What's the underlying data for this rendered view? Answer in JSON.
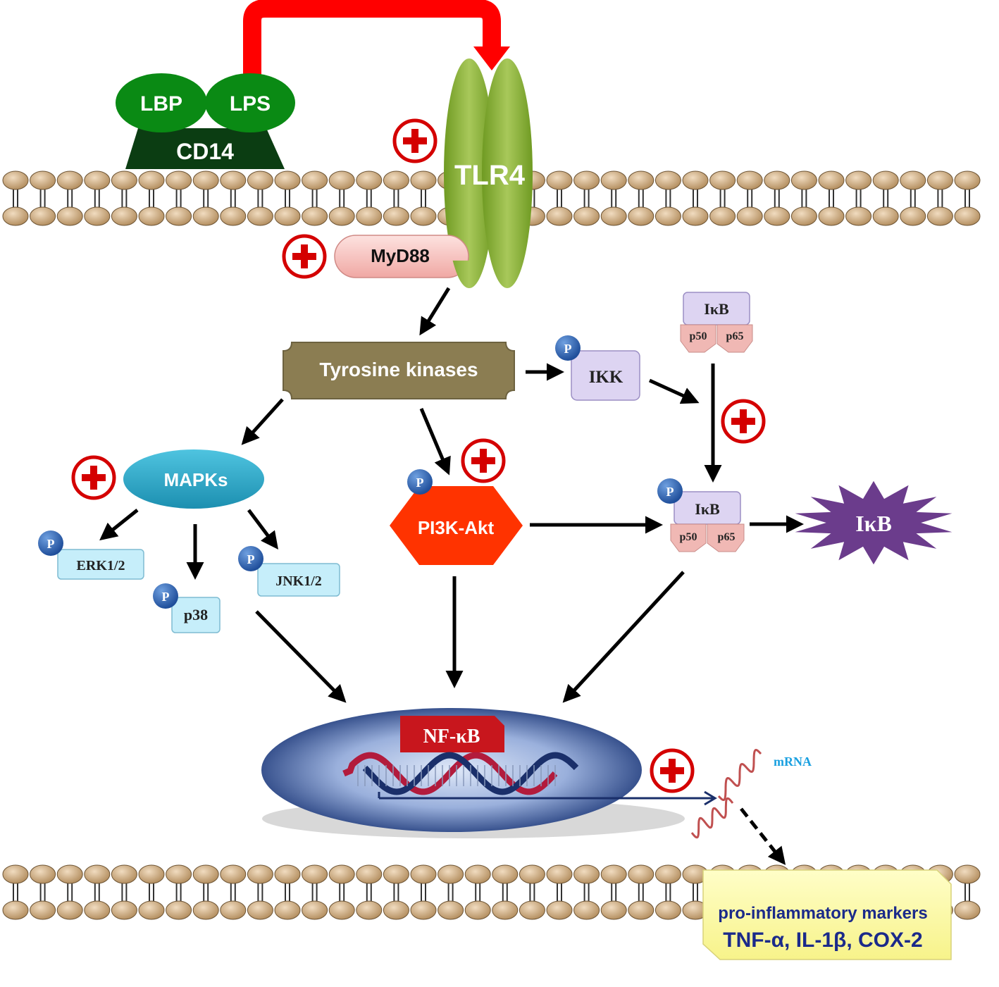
{
  "nodes": {
    "lbp": "LBP",
    "lps": "LPS",
    "cd14": "CD14",
    "tlr4": "TLR4",
    "myd88": "MyD88",
    "tyrosine_kinases": "Tyrosine kinases",
    "ikk": "IKK",
    "ikb_top": "IκB",
    "p50_top": "p50",
    "p65_top": "p65",
    "mapks": "MAPKs",
    "erk": "ERK1/2",
    "p38": "p38",
    "jnk": "JNK1/2",
    "pi3k_akt": "PI3K-Akt",
    "ikb_mid": "IκB",
    "p50_mid": "p50",
    "p65_mid": "p65",
    "ikb_degraded": "IκB",
    "nfkb": "NF-κB",
    "mrna": "mRNA"
  },
  "phospho_label": "P",
  "markers_box": {
    "heading": "pro-inflammatory markers",
    "list": "TNF-α, IL-1β, COX-2"
  },
  "colors": {
    "lbp_lps": "#0a8a14",
    "cd14": "#0b3d12",
    "tlr4": "#8db33a",
    "red_arrow": "#ff0000",
    "lipid_head": "#c9a77c",
    "myd88": "#f4b4b0",
    "tyrosine_kinases": "#8b7d52",
    "ikk_ikb": "#ddd4f2",
    "p50_p65": "#f0b8b4",
    "mapks": "#2aa6c4",
    "mapk_targets": "#c6eefa",
    "phospho": "#2b66b4",
    "pi3k_akt": "#ff3300",
    "ikb_star": "#6b3c8c",
    "nucleus": "#8ea6d6",
    "nfkb": "#c8161d",
    "dna_red": "#b21b3c",
    "dna_blue": "#1a2f6a",
    "mrna_wave": "#c05050",
    "mrna_label": "#1aa0e0",
    "plus_red": "#d40000",
    "markers_bg": "#fefba0",
    "markers_text": "#1b2a8a"
  }
}
